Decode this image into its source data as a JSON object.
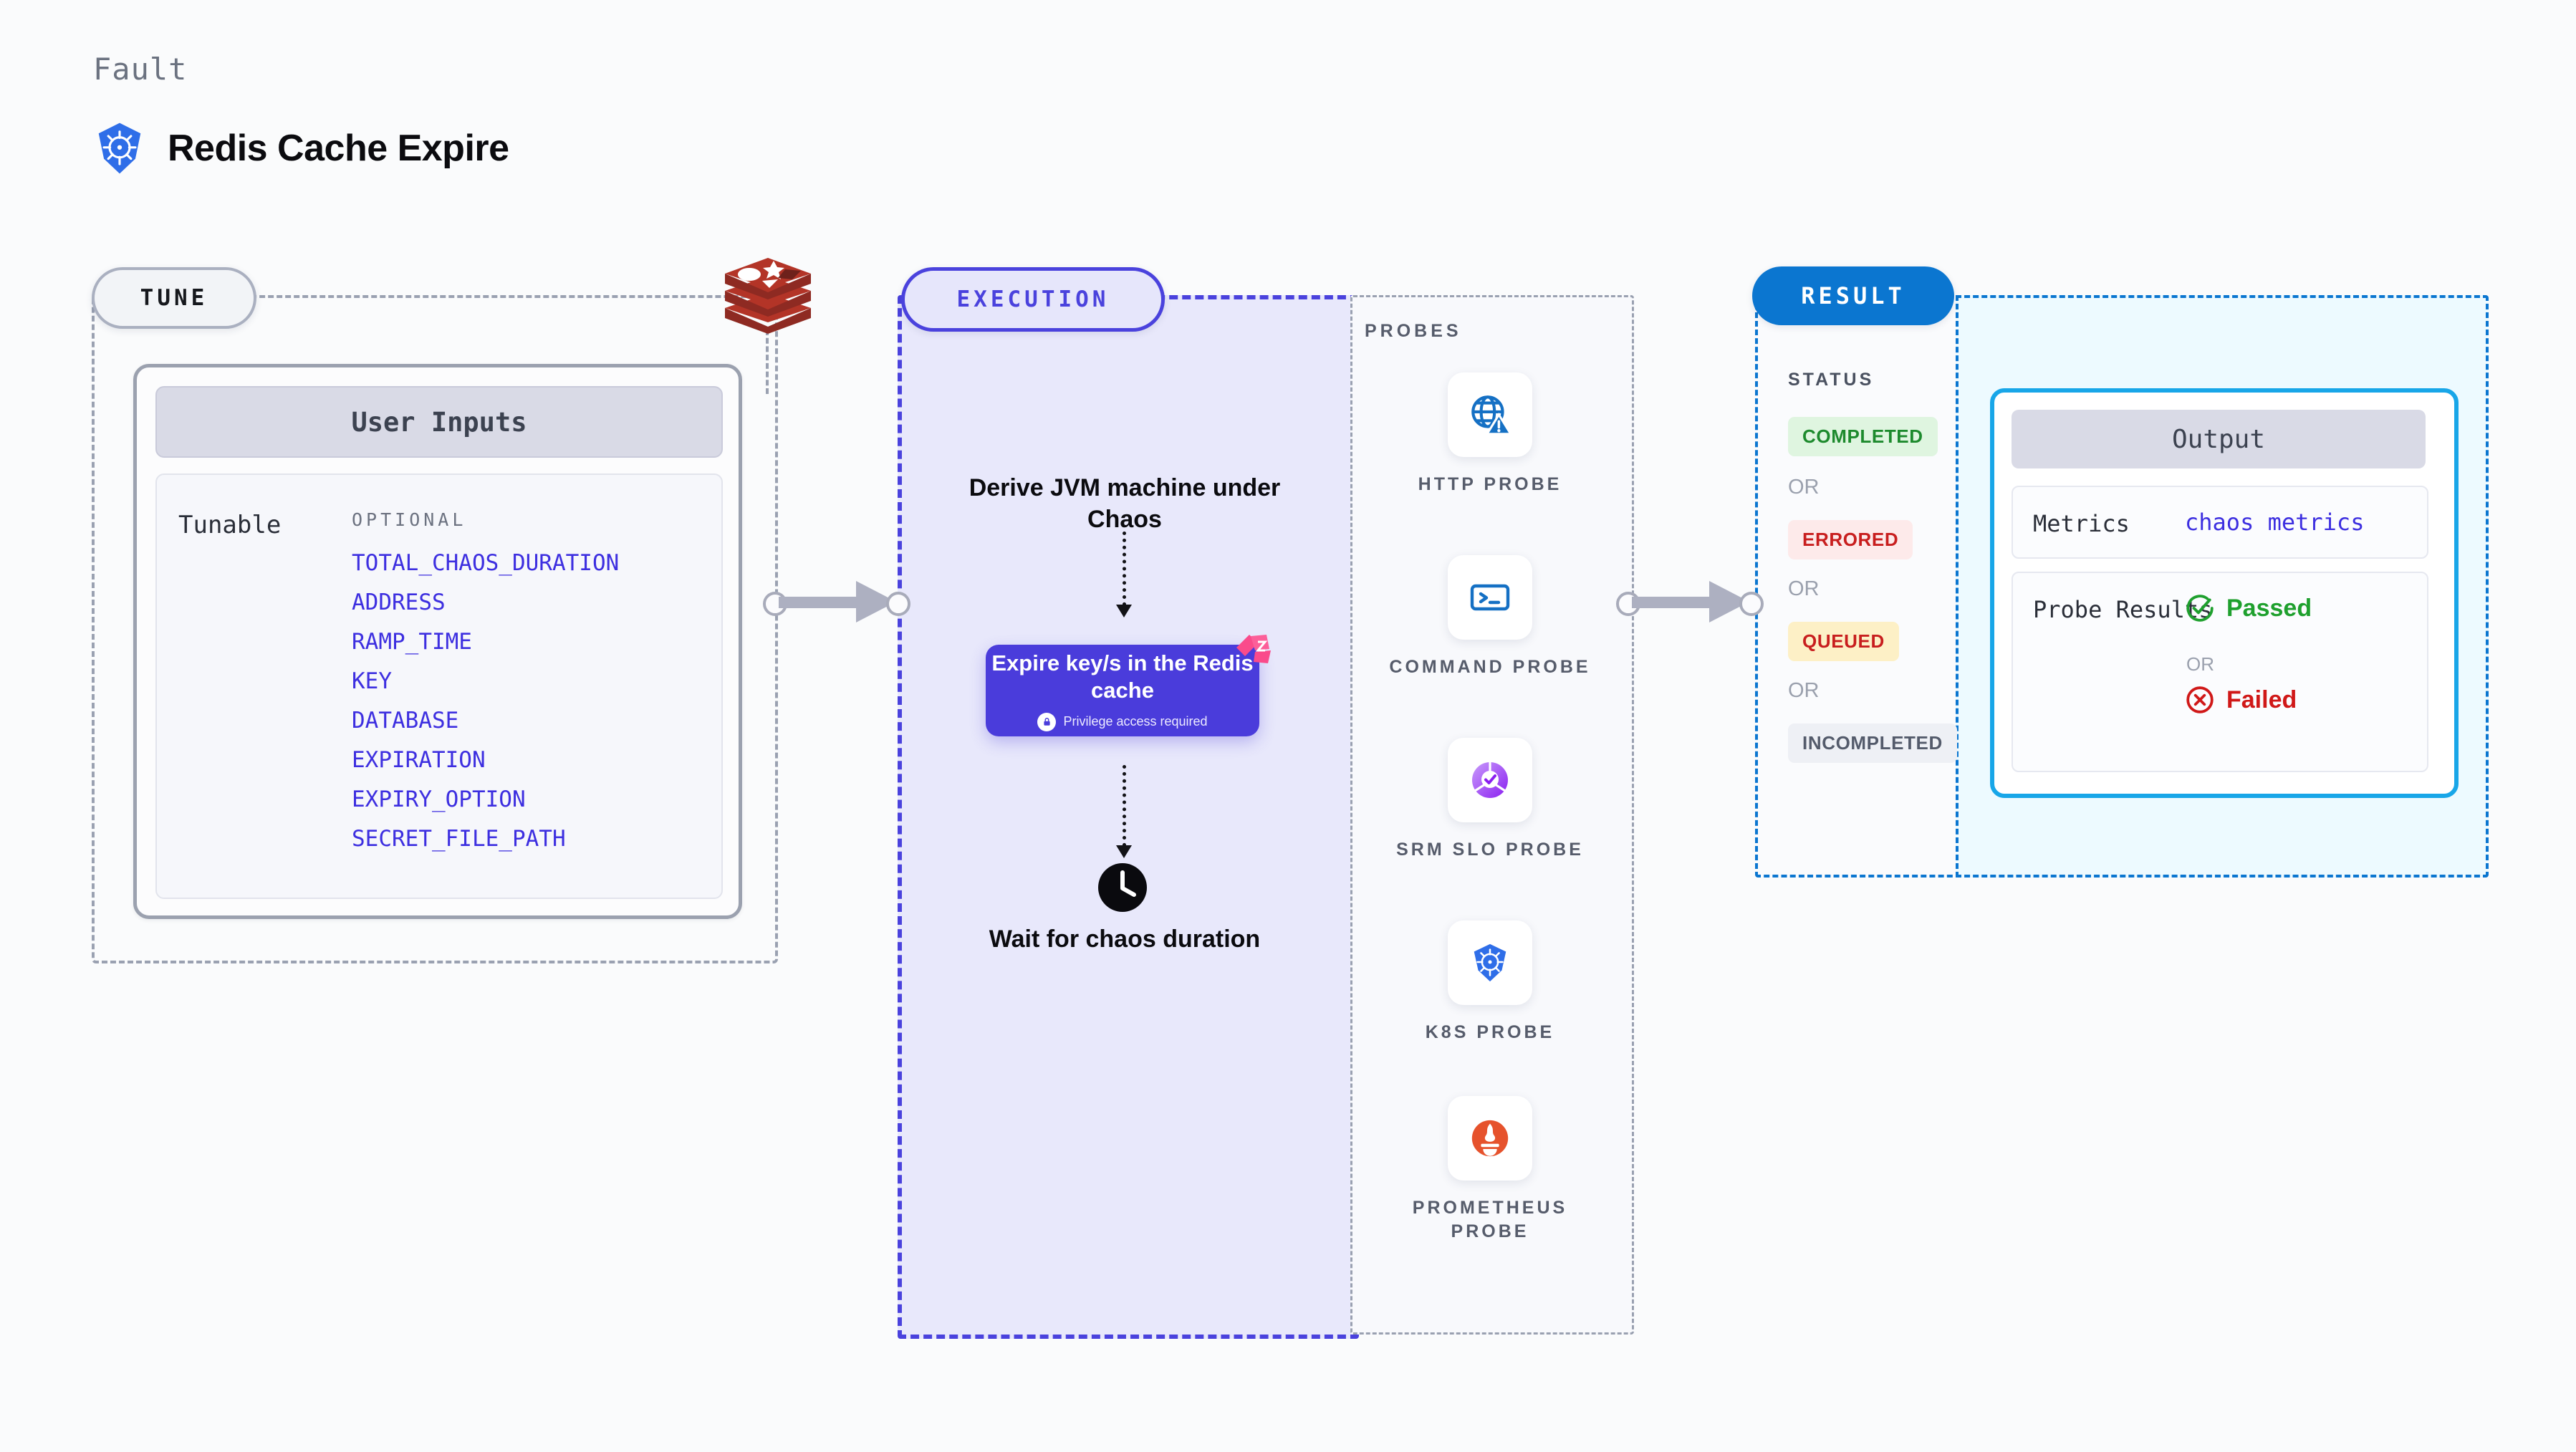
{
  "header": {
    "eyebrow": "Fault",
    "title": "Redis Cache Expire",
    "logo_icon": "kubernetes-icon"
  },
  "tune": {
    "pill_label": "TUNE",
    "source_icon": "redis-logo-icon",
    "card": {
      "title": "User Inputs",
      "group_label": "Tunable",
      "section_label": "OPTIONAL",
      "params": [
        "TOTAL_CHAOS_DURATION",
        "ADDRESS",
        "RAMP_TIME",
        "KEY",
        "DATABASE",
        "EXPIRATION",
        "EXPIRY_OPTION",
        "SECRET_FILE_PATH"
      ]
    }
  },
  "execution": {
    "pill_label": "EXECUTION",
    "step_1": "Derive JVM machine under Chaos",
    "action_card": {
      "title": "Expire key/s in the Redis cache",
      "note": "Privilege access required",
      "lock_icon": "lock-icon",
      "flag_icon": "harness-flag-icon"
    },
    "step_2": "Wait for chaos duration",
    "step_2_icon": "clock-icon"
  },
  "probes": {
    "label": "PROBES",
    "items": [
      {
        "name": "HTTP PROBE",
        "icon": "globe-warning-icon"
      },
      {
        "name": "COMMAND PROBE",
        "icon": "terminal-icon"
      },
      {
        "name": "SRM SLO PROBE",
        "icon": "srm-slo-check-icon"
      },
      {
        "name": "K8S PROBE",
        "icon": "kubernetes-icon"
      },
      {
        "name": "PROMETHEUS PROBE",
        "icon": "prometheus-icon"
      }
    ]
  },
  "result": {
    "pill_label": "RESULT",
    "status_label": "STATUS",
    "or_label": "OR",
    "statuses": [
      {
        "label": "COMPLETED",
        "bg": "#dff5e0",
        "fg": "#1d8a2d"
      },
      {
        "label": "ERRORED",
        "bg": "#fdeaea",
        "fg": "#c81e1e"
      },
      {
        "label": "QUEUED",
        "bg": "#fdf0c6",
        "fg": "#c81e1e"
      },
      {
        "label": "INCOMPLETED",
        "bg": "#eef0f5",
        "fg": "#545b6b"
      }
    ],
    "output": {
      "title": "Output",
      "metrics_key": "Metrics",
      "metrics_value": "chaos metrics",
      "probe_key": "Probe Results",
      "passed_label": "Passed",
      "failed_label": "Failed",
      "or_label": "OR",
      "passed_icon": "check-circle-icon",
      "failed_icon": "x-circle-icon"
    }
  },
  "colors": {
    "accent_indigo": "#4a3cdb",
    "accent_blue": "#0b76d0",
    "accent_cyan": "#18a6e8",
    "param_link": "#3d2fe0",
    "pass_green": "#1fa02e",
    "fail_red": "#d01818",
    "page_bg": "#fafbfc"
  }
}
